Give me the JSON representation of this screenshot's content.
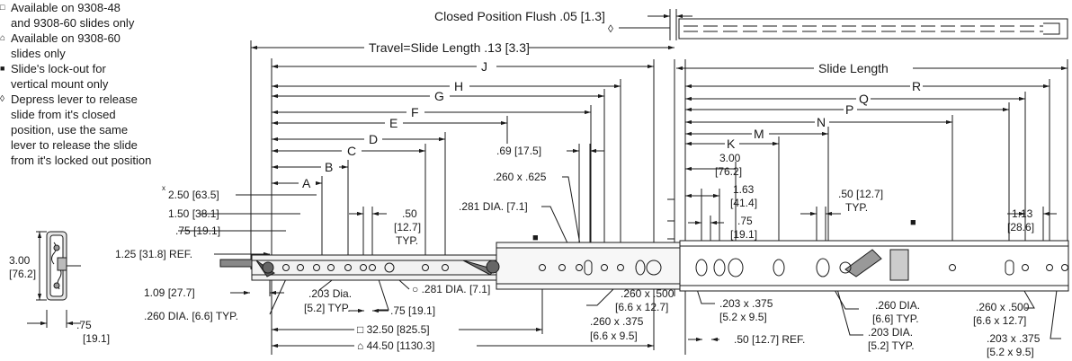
{
  "notes": [
    {
      "symbol": "□",
      "text": "Available on 9308-48\nand 9308-60 slides only"
    },
    {
      "symbol": "⌂",
      "text": "Available on 9308-60\nslides only"
    },
    {
      "symbol": "■",
      "text": "Slide's lock-out for\nvertical mount only"
    },
    {
      "symbol": "◊",
      "text": "Depress lever to release\nslide from it's closed\nposition, use the same\nlever to release the slide\nfrom it's locked out position"
    }
  ],
  "top": {
    "closed_flush": "Closed Position Flush .05 [1.3]",
    "diamond": "◊",
    "travel": "Travel=Slide Length .13 [3.3]",
    "slide_length": "Slide Length"
  },
  "left_dims": {
    "J": "J",
    "H": "H",
    "G": "G",
    "F": "F",
    "E": "E",
    "D": "D",
    "C": "C",
    "B": "B",
    "A": "A",
    "d250": "2.50 [63.5]",
    "d250_mark": "x",
    "d150": "1.50 [38.1]",
    "d75": ".75 [19.1]",
    "d125": "1.25 [31.8] REF.",
    "d109": "1.09 [27.7]",
    "d260dia": ".260 DIA. [6.6] TYP.",
    "d203dia": ".203 Dia.",
    "d203dia_mm": "[5.2] TYP.",
    "d75b": ".75 [19.1]",
    "d281": "○ .281 DIA. [7.1]",
    "d3250": "□ 32.50 [825.5]",
    "d4450": "⌂ 44.50 [1130.3]",
    "d50": ".50",
    "d50_mm": "[12.7]",
    "d50_typ": "TYP.",
    "d69": ".69 [17.5]",
    "d260x625": ".260 x .625",
    "d281dia": ".281 DIA. [7.1]",
    "d260x500": ".260 x .500",
    "d260x500_mm": "[6.6 x 12.7]",
    "d260x375": ".260 x .375",
    "d260x375_mm": "[6.6 x 9.5]",
    "lockout": "■"
  },
  "right_dims": {
    "R": "R",
    "Q": "Q",
    "P": "P",
    "N": "N",
    "M": "M",
    "K": "K",
    "d300": "3.00",
    "d300_mm": "[76.2]",
    "d163": "1.63",
    "d163_mm": "[41.4]",
    "d75": ".75",
    "d75_mm": "[19.1]",
    "d50typ": ".50 [12.7]",
    "d50typ_t": "TYP.",
    "d113": "1.13",
    "d113_mm": "[28.6]",
    "d203x375": ".203 x .375",
    "d203x375_mm": "[5.2 x 9.5]",
    "d50ref": ".50 [12.7] REF.",
    "d260dia": ".260 DIA.",
    "d260dia_mm": "[6.6] TYP.",
    "d203dia": ".203 DIA.",
    "d203dia_mm": "[5.2] TYP.",
    "d260x500": ".260 x .500",
    "d260x500_mm": "[6.6 x 12.7]",
    "d203x375b": ".203 x .375",
    "d203x375b_mm": "[5.2 x 9.5]",
    "lockout": "■"
  },
  "section": {
    "height": "3.00",
    "height_mm": "[76.2]",
    "width": ".75",
    "width_mm": "[19.1]"
  }
}
